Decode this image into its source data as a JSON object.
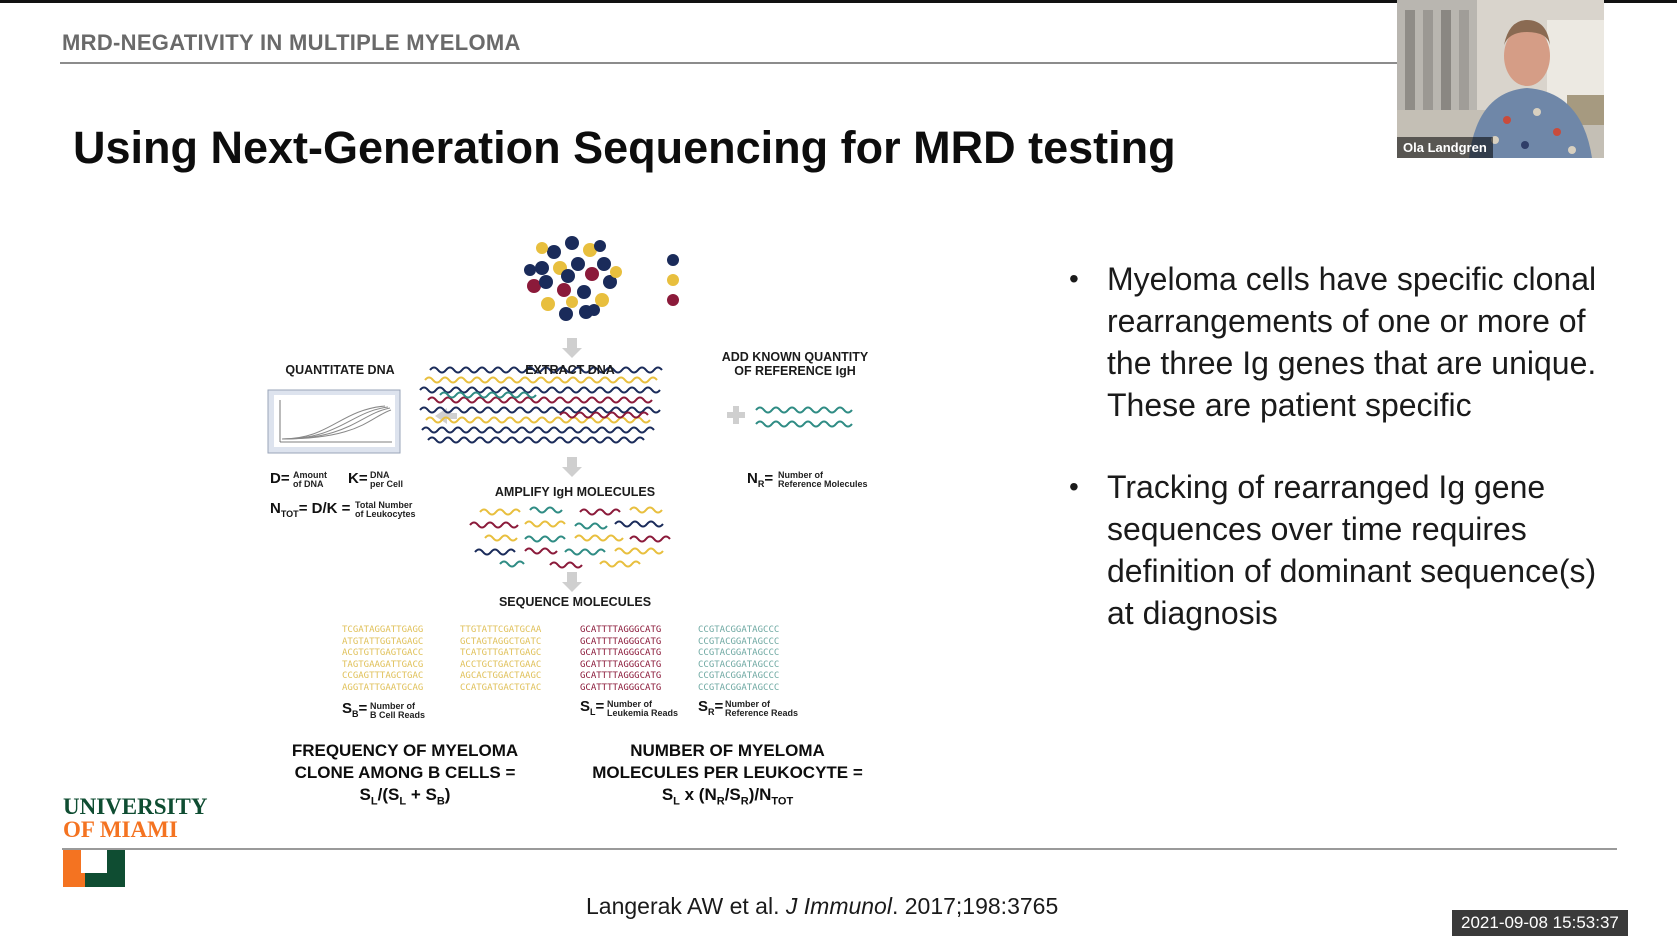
{
  "header": {
    "label": "MRD-NEGATIVITY IN MULTIPLE MYELOMA"
  },
  "title": "Using Next-Generation Sequencing for MRD testing",
  "video": {
    "participant_name": "Ola Landgren"
  },
  "bullets": [
    "Myeloma cells have specific clonal rearrangements of one or more of the three Ig genes that are unique. These are patient specific",
    "Tracking of rearranged Ig gene sequences over time requires definition of dominant sequence(s) at diagnosis"
  ],
  "diagram": {
    "quantitate_label": "QUANTITATE DNA",
    "extract_label": "EXTRACT DNA",
    "reference_label_1": "ADD KNOWN QUANTITY",
    "reference_label_2": "OF REFERENCE IgH",
    "amplify_label": "AMPLIFY IgH MOLECULES",
    "sequence_label": "SEQUENCE MOLECULES",
    "d_label": "D=",
    "d_desc_1": "Amount",
    "d_desc_2": "of DNA",
    "k_label": "K=",
    "k_desc_1": "DNA",
    "k_desc_2": "per Cell",
    "ntot_label": "N",
    "ntot_sub": "TOT",
    "ntot_eq": "= D/K =",
    "ntot_desc_1": "Total Number",
    "ntot_desc_2": "of Leukocytes",
    "nr_label": "N",
    "nr_sub": "R",
    "nr_eq": "=",
    "nr_desc_1": "Number of",
    "nr_desc_2": "Reference Molecules",
    "sb_label": "S",
    "sb_sub": "B",
    "sb_eq": "=",
    "sb_desc_1": "Number of",
    "sb_desc_2": "B Cell Reads",
    "sl_label": "S",
    "sl_sub": "L",
    "sl_eq": "=",
    "sl_desc_1": "Number of",
    "sl_desc_2": "Leukemia Reads",
    "sr_label": "S",
    "sr_sub": "R",
    "sr_eq": "=",
    "sr_desc_1": "Number of",
    "sr_desc_2": "Reference Reads",
    "seq_b1": "TCGATAGGATTGAGG\nATGTATTGGTAGAGC\nACGTGTTGAGTGACC\nTAGTGAAGATTGACG\nCCGAGTTTAGCTGAC\nAGGTATTGAATGCAG",
    "seq_b2": "TTGTATTCGATGCAA\nGCTAGTAGGCTGATC\nTCATGTTGATTGAGC\nACCTGCTGACTGAAC\nAGCACTGGACTAAGC\nCCATGATGACTGTAC",
    "seq_l": "GCATTTTAGGGCATG\nGCATTTTAGGGCATG\nGCATTTTAGGGCATG\nGCATTTTAGGGCATG\nGCATTTTAGGGCATG\nGCATTTTAGGGCATG",
    "seq_r": "CCGTACGGATAGCCC\nCCGTACGGATAGCCC\nCCGTACGGATAGCCC\nCCGTACGGATAGCCC\nCCGTACGGATAGCCC\nCCGTACGGATAGCCC",
    "formula_left_1": "FREQUENCY OF MYELOMA",
    "formula_left_2": "CLONE AMONG B CELLS =",
    "formula_right_1": "NUMBER OF MYELOMA",
    "formula_right_2": "MOLECULES PER LEUKOCYTE =",
    "colors": {
      "navy": "#1a2b5a",
      "gold": "#e8bf3e",
      "maroon": "#8b1a3a",
      "teal": "#2f8c84"
    }
  },
  "footer": {
    "university_line1": "UNIVERSITY",
    "university_line2": "OF MIAMI",
    "citation_authors": "Langerak AW et al.",
    "citation_journal": "J Immunol",
    "citation_rest": ". 2017;198:3765",
    "timestamp": "2021-09-08  15:53:37"
  }
}
